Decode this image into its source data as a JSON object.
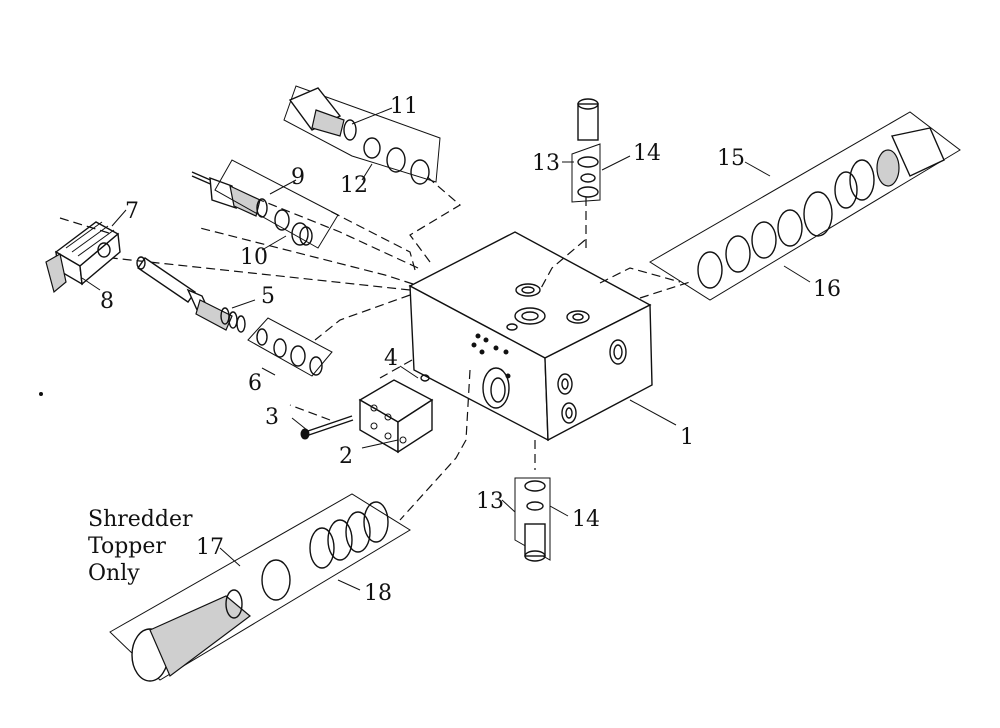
{
  "callouts": {
    "c1": "1",
    "c2": "2",
    "c3": "3",
    "c4": "4",
    "c5": "5",
    "c6": "6",
    "c7": "7",
    "c8": "8",
    "c9": "9",
    "c10": "10",
    "c11": "11",
    "c12": "12",
    "c13a": "13",
    "c14a": "14",
    "c13b": "13",
    "c14b": "14",
    "c15": "15",
    "c16": "16",
    "c17": "17",
    "c18": "18"
  },
  "note": {
    "line1": "Shredder",
    "line2": "Topper",
    "line3": "Only"
  }
}
